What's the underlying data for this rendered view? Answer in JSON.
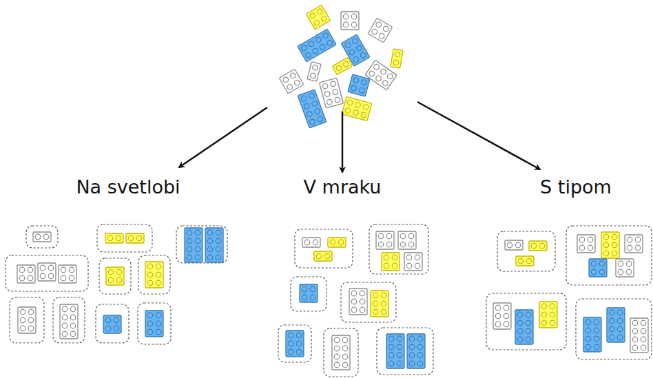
{
  "diagram": {
    "labels": [
      "Na svetlobi",
      "V mraku",
      "S tipom"
    ]
  }
}
